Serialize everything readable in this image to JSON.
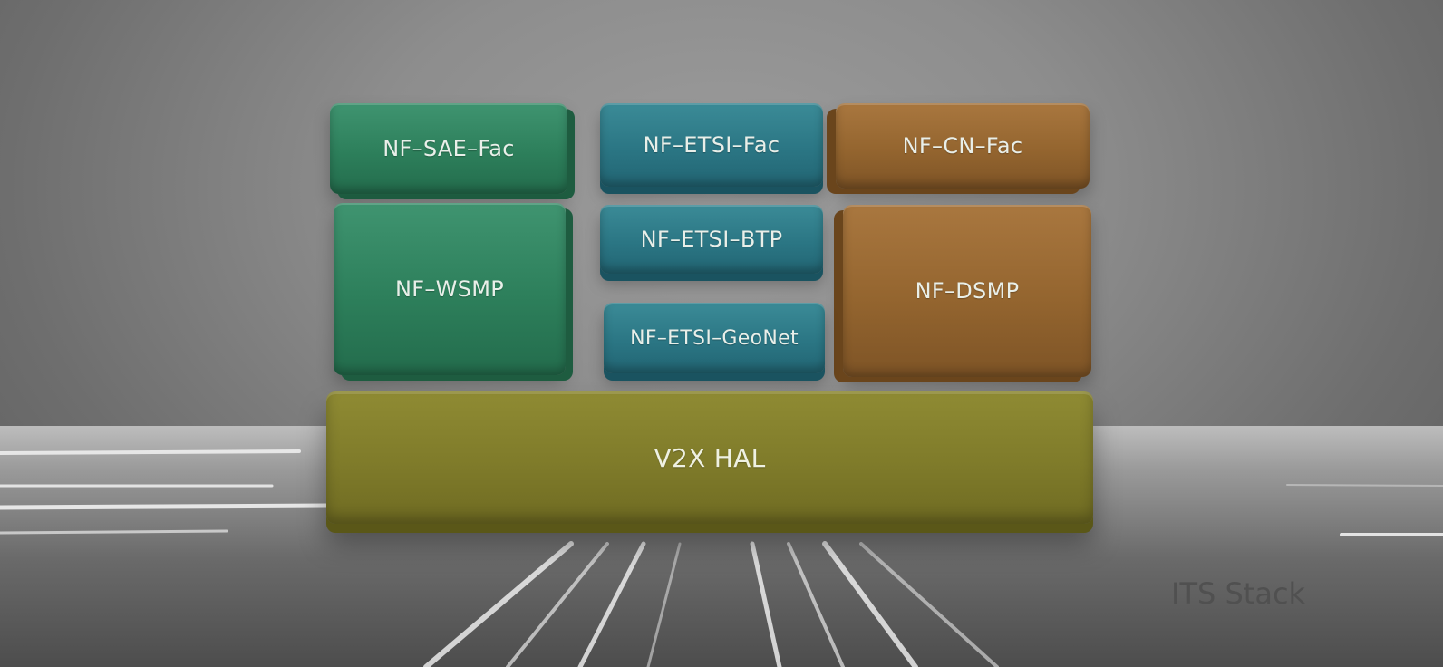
{
  "diagram": {
    "blocks": {
      "nf_sae_fac": "NF–SAE–Fac",
      "nf_etsi_fac": "NF–ETSI–Fac",
      "nf_cn_fac": "NF–CN–Fac",
      "nf_wsmp": "NF–WSMP",
      "nf_etsi_btp": "NF–ETSI–BTP",
      "nf_dsmp": "NF–DSMP",
      "nf_etsi_geonet": "NF–ETSI–GeoNet",
      "v2x_hal": "V2X HAL"
    },
    "caption": "ITS Stack"
  },
  "colors": {
    "green": "#2d7f5b",
    "teal": "#2b7684",
    "brown": "#94652f",
    "olive": "#7f7b2a"
  }
}
